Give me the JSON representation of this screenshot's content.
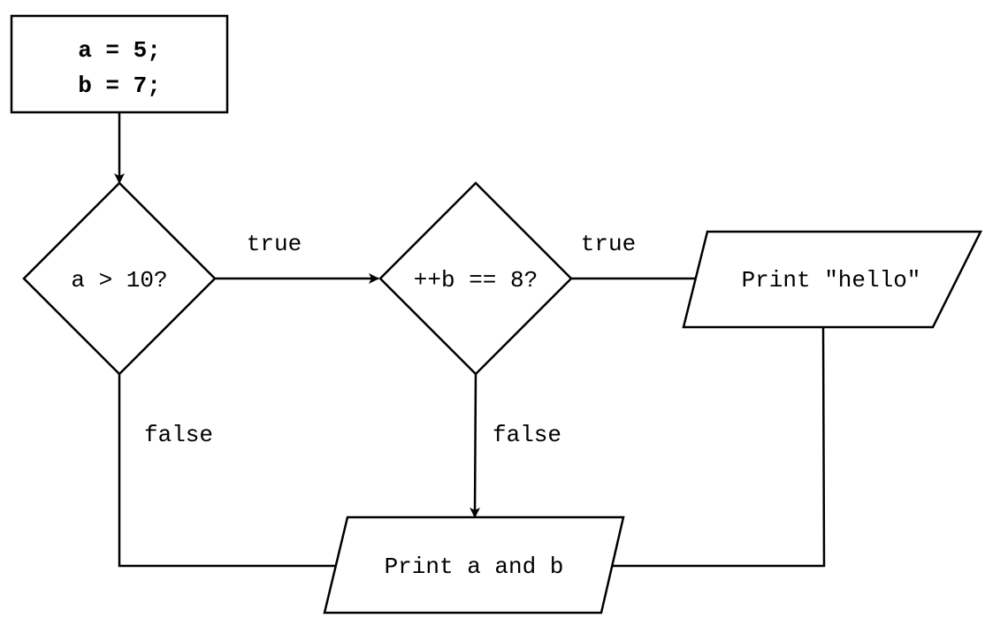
{
  "nodes": {
    "init": {
      "line1": "a = 5;",
      "line2": "b = 7;"
    },
    "cond1": {
      "label": "a > 10?"
    },
    "cond2": {
      "label": "++b == 8?"
    },
    "print_hello": {
      "label": "Print \"hello\""
    },
    "print_ab": {
      "label": "Print a and b"
    }
  },
  "edges": {
    "cond1_true": "true",
    "cond1_false": "false",
    "cond2_true": "true",
    "cond2_false": "false"
  }
}
